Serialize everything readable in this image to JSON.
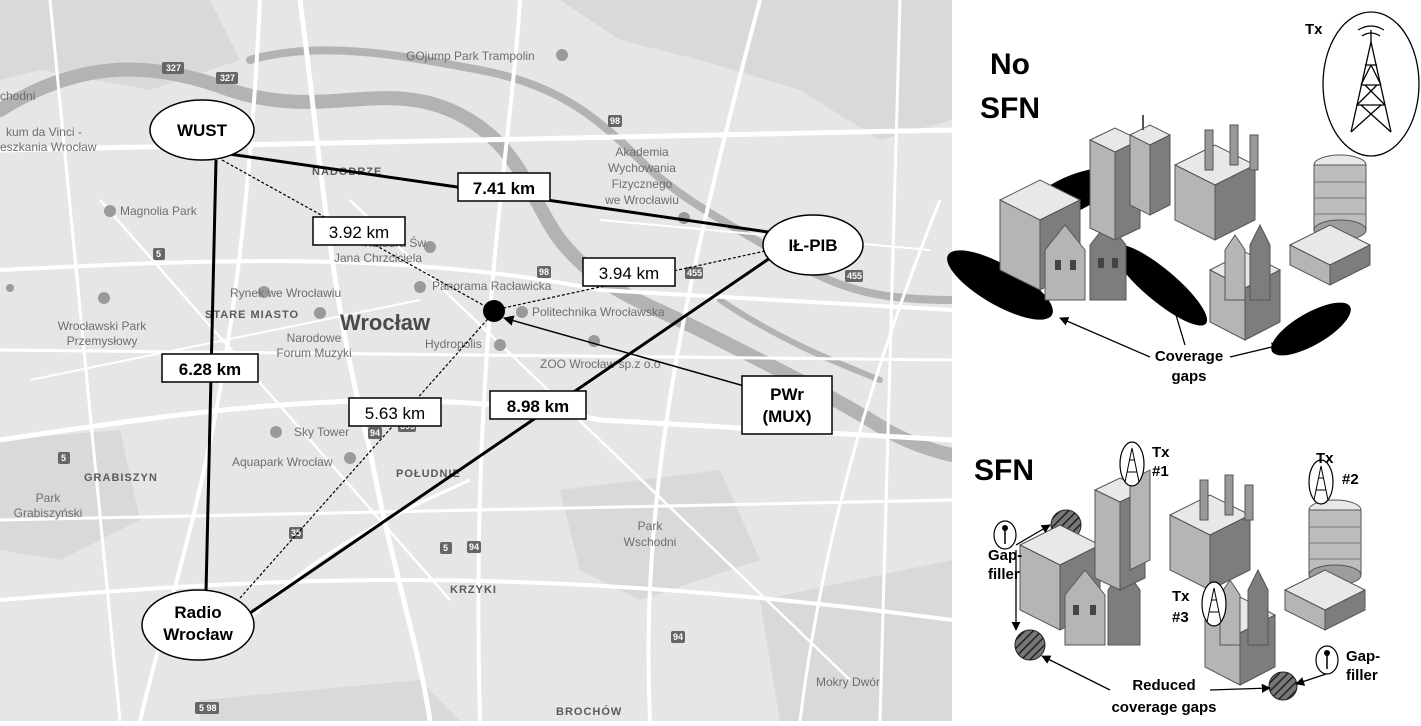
{
  "map": {
    "places": {
      "wust": "WUST",
      "ilpib": "IŁ-PIB",
      "radio_line1": "Radio",
      "radio_line2": "Wrocław",
      "pwr_line1": "PWr",
      "pwr_line2": "(MUX)"
    },
    "distances": {
      "wust_ilpib": "7.41 km",
      "wust_pwr": "3.92 km",
      "ilpib_pwr": "3.94 km",
      "wust_radio": "6.28 km",
      "radio_pwr": "5.63 km",
      "radio_ilpib": "8.98 km"
    },
    "labels": {
      "gojump": "GOjump Park Trampolin",
      "kum": "kum da Vinci -",
      "eszkania": "eszkania Wrocław",
      "chodni": "chodni",
      "akademia1": "Akademia",
      "akademia2": "Wychowania",
      "akademia3": "Fizycznego",
      "akademia4": "we Wrocławiu",
      "nadodrze": "NADODRZE",
      "magnolia": "Magnolia Park",
      "katedra1": "Katedra Św.",
      "katedra2": "Jana Chrzciciela",
      "panorama": "Panorama Racławicka",
      "rynek": "Rynek we Wrocławiu",
      "stare_miasto": "STARE MIASTO",
      "wroclaw": "Wrocław",
      "politechnika": "Politechnika Wrocławska",
      "park_wroc1": "Wrocławski Park",
      "park_wroc2": "Przemysłowy",
      "forum1": "Narodowe",
      "forum2": "Forum Muzyki",
      "hydropolis": "Hydropolis",
      "zoo": "ZOO Wrocław sp.z o.o",
      "sky_tower": "Sky Tower",
      "aquapark": "Aquapark Wrocław",
      "poludnie": "POŁUDNIE",
      "grabiszyn": "GRABISZYN",
      "park_grab1": "Park",
      "park_grab2": "Grabiszyński",
      "krzyki": "KRZYKI",
      "park_wsch1": "Park",
      "park_wsch2": "Wschodni",
      "mokry": "Mokry Dwór",
      "brochow": "BROCHÓW"
    }
  },
  "diagram": {
    "no_sfn_line1": "No",
    "no_sfn_line2": "SFN",
    "tx_top": "Tx",
    "coverage_gaps_line1": "Coverage",
    "coverage_gaps_line2": "gaps",
    "sfn": "SFN",
    "tx1_line1": "Tx",
    "tx1_line2": "#1",
    "tx2_line1": "Tx",
    "tx2_line2": "#2",
    "tx3_line1": "Tx",
    "tx3_line2": "#3",
    "gap_filler_left_line1": "Gap-",
    "gap_filler_left_line2": "filler",
    "gap_filler_right_line1": "Gap-",
    "gap_filler_right_line2": "filler",
    "reduced_line1": "Reduced",
    "reduced_line2": "coverage gaps"
  }
}
